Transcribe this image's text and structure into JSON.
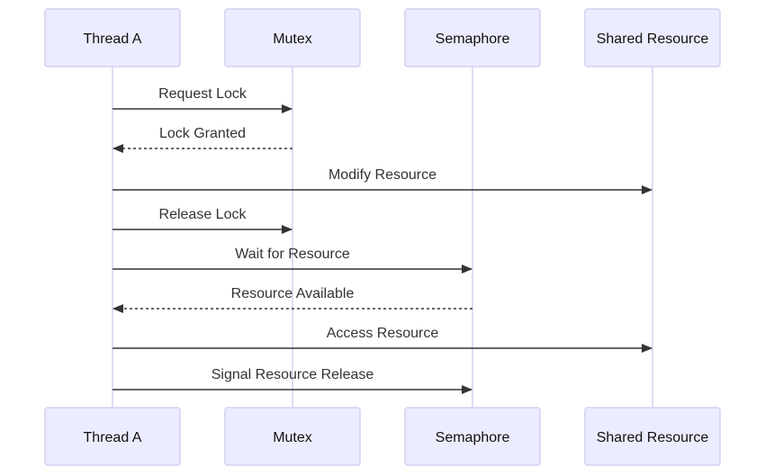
{
  "diagram": {
    "type": "sequence",
    "colors": {
      "actor_fill": "#ececff",
      "actor_border": "#d3d0f0",
      "lifeline": "#d3d0f0",
      "message_line": "#333333",
      "text": "#333333"
    },
    "participants": [
      {
        "id": "thread",
        "label": "Thread A"
      },
      {
        "id": "mutex",
        "label": "Mutex"
      },
      {
        "id": "sem",
        "label": "Semaphore"
      },
      {
        "id": "res",
        "label": "Shared Resource"
      }
    ],
    "messages": [
      {
        "from": "thread",
        "to": "mutex",
        "label": "Request Lock",
        "style": "solid"
      },
      {
        "from": "mutex",
        "to": "thread",
        "label": "Lock Granted",
        "style": "dashed"
      },
      {
        "from": "thread",
        "to": "res",
        "label": "Modify Resource",
        "style": "solid"
      },
      {
        "from": "thread",
        "to": "mutex",
        "label": "Release Lock",
        "style": "solid"
      },
      {
        "from": "thread",
        "to": "sem",
        "label": "Wait for Resource",
        "style": "solid"
      },
      {
        "from": "sem",
        "to": "thread",
        "label": "Resource Available",
        "style": "dashed"
      },
      {
        "from": "thread",
        "to": "res",
        "label": "Access Resource",
        "style": "solid"
      },
      {
        "from": "thread",
        "to": "sem",
        "label": "Signal Resource Release",
        "style": "solid"
      }
    ]
  }
}
